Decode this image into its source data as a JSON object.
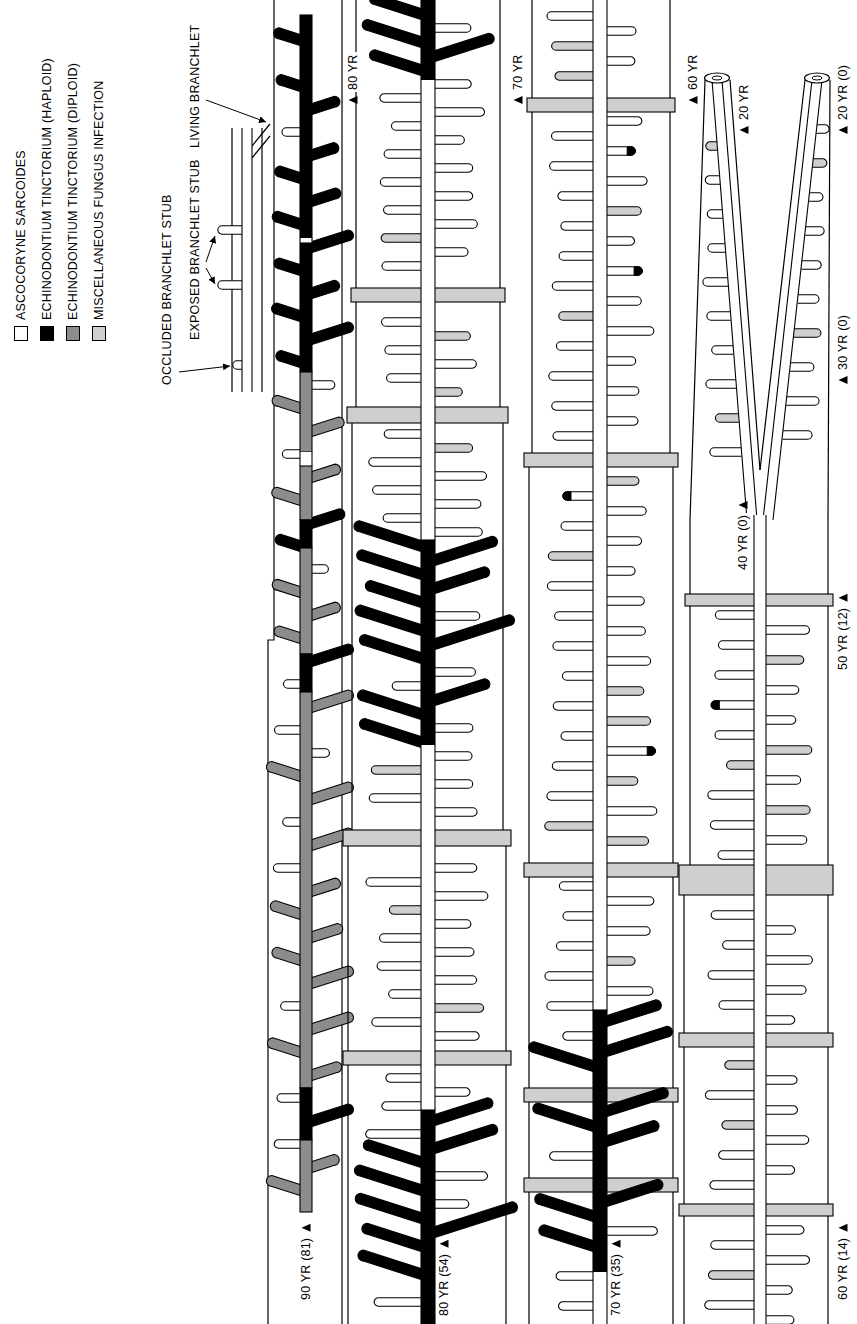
{
  "diagram": {
    "labels": [
      "EXPOSED BRANCHLET STUB",
      "LIVING BRANCHLET",
      "OCCLUDED BRANCHLET STUB",
      "80 YR",
      "70 YR",
      "60 YR",
      "20 YR",
      "20 YR (0)",
      "30 YR (0)",
      "40 YR (0)",
      "50 YR (12)",
      "60 YR (14)",
      "90 YR (81)",
      "80 YR (54)",
      "70 YR (35)"
    ],
    "legend": [
      {
        "text": "ASCOCORYNE SARCOIDES",
        "color": "#ffffff"
      },
      {
        "text": "ECHINODONTIUM TINCTORIUM (HAPLOID)",
        "color": "#000000"
      },
      {
        "text": "ECHINODONTIUM TINCTORIUM (DIPLOID)",
        "color": "#8c8c8c"
      },
      {
        "text": "MISCELLANEOUS FUNGUS INFECTION",
        "color": "#cfcfcf"
      }
    ]
  }
}
